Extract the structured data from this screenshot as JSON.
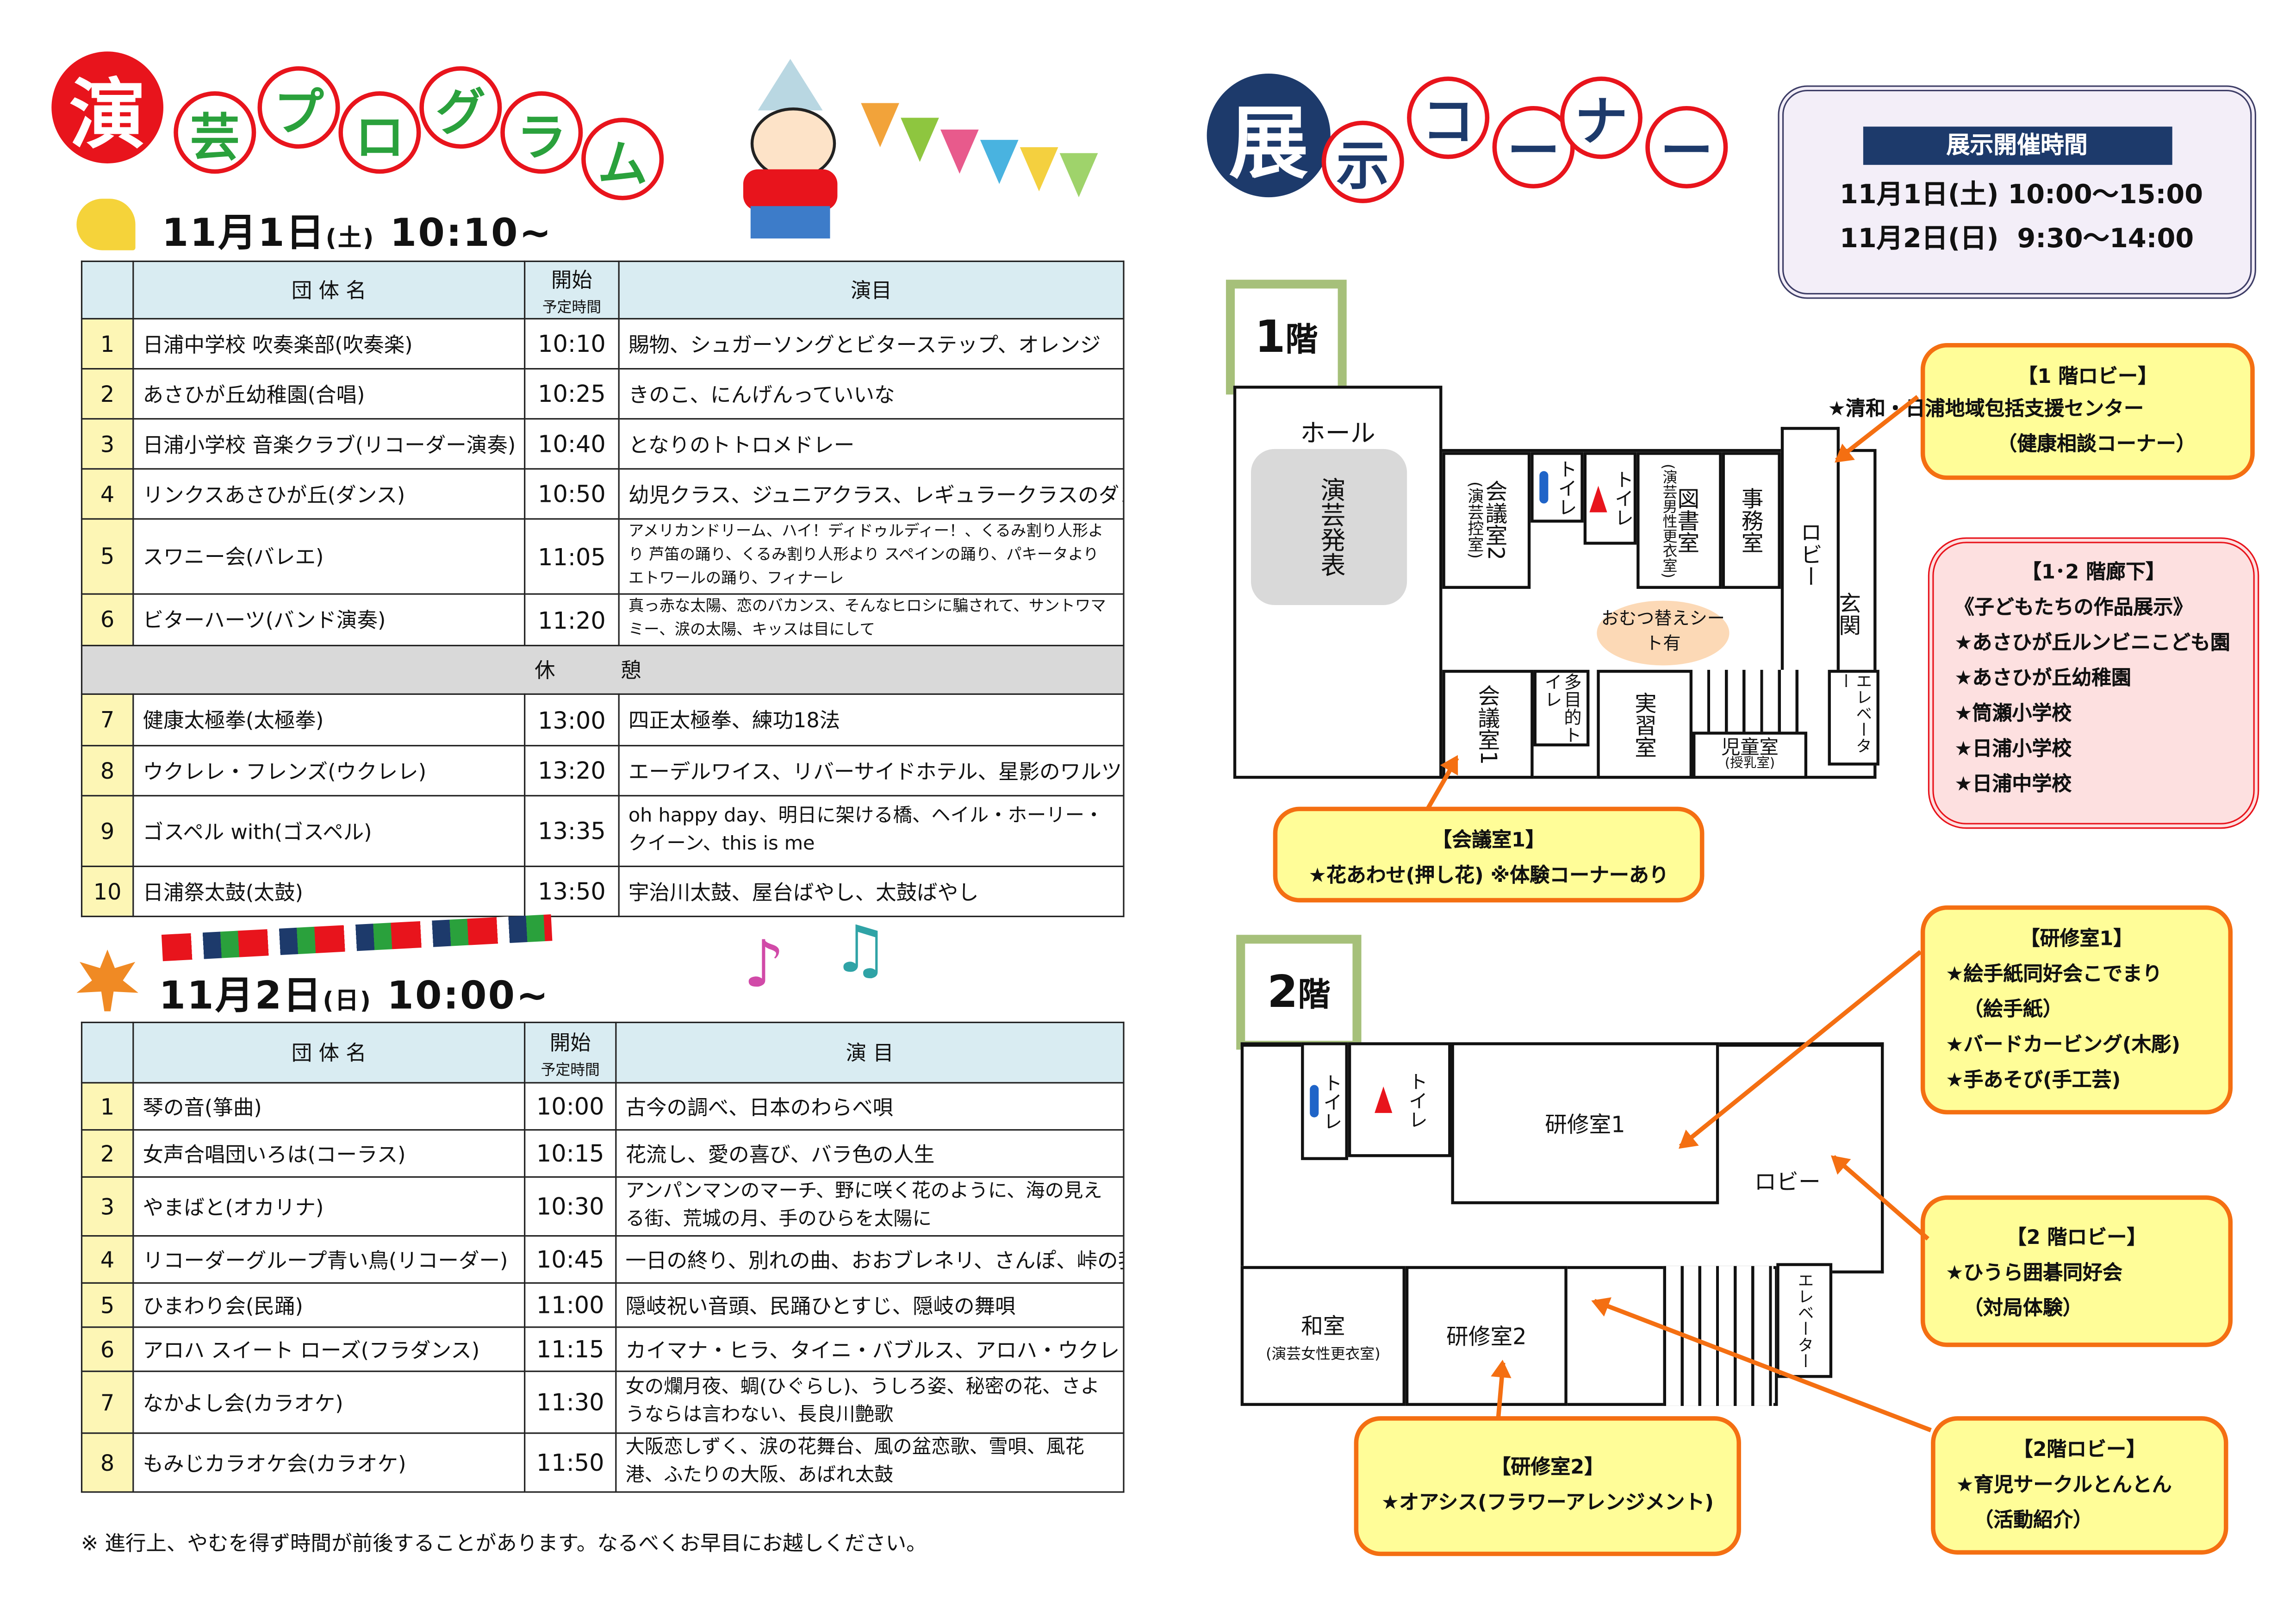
{
  "program": {
    "title_chars": [
      "演",
      "芸",
      "プ",
      "ロ",
      "グ",
      "ラ",
      "ム"
    ],
    "day1": {
      "date": "11月1日",
      "dow": "(土)",
      "time": "10:10~"
    },
    "day2": {
      "date": "11月2日",
      "dow": "(日)",
      "time": "10:00~"
    },
    "headers": {
      "group": "団 体 名",
      "start": "開始",
      "start_sub": "予定時間",
      "program": "演目"
    },
    "headers2": {
      "group": "団 体 名",
      "start": "開始",
      "start_sub": "予定時間",
      "program": "演 目"
    },
    "break_label": "休 憩",
    "rows1": [
      {
        "no": "1",
        "group": "日浦中学校 吹奏楽部(吹奏楽)",
        "time": "10:10",
        "program": "賜物、シュガーソングとビターステップ、オレンジ"
      },
      {
        "no": "2",
        "group": "あさひが丘幼稚園(合唱)",
        "time": "10:25",
        "program": "きのこ、にんげんっていいな"
      },
      {
        "no": "3",
        "group": "日浦小学校 音楽クラブ(リコーダー演奏)",
        "time": "10:40",
        "program": "となりのトトロメドレー"
      },
      {
        "no": "4",
        "group": "リンクスあさひが丘(ダンス)",
        "time": "10:50",
        "program": "幼児クラス、ジュニアクラス、レギュラークラスのダンス"
      },
      {
        "no": "5",
        "group": "スワニー会(バレエ)",
        "time": "11:05",
        "program": "アメリカンドリーム、ハイ！ディドゥルディー！、くるみ割り人形より 芦笛の踊り、くるみ割り人形より スペインの踊り、パキータより エトワールの踊り、フィナーレ"
      },
      {
        "no": "6",
        "group": "ビターハーツ(バンド演奏)",
        "time": "11:20",
        "program": "真っ赤な太陽、恋のバカンス、そんなヒロシに騙されて、サントワマミー、涙の太陽、キッスは目にして"
      }
    ],
    "rows1b": [
      {
        "no": "7",
        "group": "健康太極拳(太極拳)",
        "time": "13:00",
        "program": "四正太極拳、練功18法"
      },
      {
        "no": "8",
        "group": "ウクレレ・フレンズ(ウクレレ)",
        "time": "13:20",
        "program": "エーデルワイス、リバーサイドホテル、星影のワルツ"
      },
      {
        "no": "9",
        "group": "ゴスペル with(ゴスペル)",
        "time": "13:35",
        "program": "oh happy day、明日に架ける橋、ヘイル・ホーリー・クイーン、this is me"
      },
      {
        "no": "10",
        "group": "日浦祭太鼓(太鼓)",
        "time": "13:50",
        "program": "宇治川太鼓、屋台ばやし、太鼓ばやし"
      }
    ],
    "rows2": [
      {
        "no": "1",
        "group": "琴の音(箏曲)",
        "time": "10:00",
        "program": "古今の調べ、日本のわらべ唄"
      },
      {
        "no": "2",
        "group": "女声合唱団いろは(コーラス)",
        "time": "10:15",
        "program": "花流し、愛の喜び、バラ色の人生"
      },
      {
        "no": "3",
        "group": "やまばと(オカリナ)",
        "time": "10:30",
        "program": "アンパンマンのマーチ、野に咲く花のように、海の見える街、荒城の月、手のひらを太陽に"
      },
      {
        "no": "4",
        "group": "リコーダーグループ青い鳥(リコーダー)",
        "time": "10:45",
        "program": "一日の終り、別れの曲、おおブレネリ、さんぽ、峠の我が家"
      },
      {
        "no": "5",
        "group": "ひまわり会(民踊)",
        "time": "11:00",
        "program": "隠岐祝い音頭、民踊ひとすじ、隠岐の舞唄"
      },
      {
        "no": "6",
        "group": "アロハ スイート ローズ(フラダンス)",
        "time": "11:15",
        "program": "カイマナ・ヒラ、タイニ・バブルス、アロハ・ウクレレ"
      },
      {
        "no": "7",
        "group": "なかよし会(カラオケ)",
        "time": "11:30",
        "program": "女の爛月夜、蜩(ひぐらし)、うしろ姿、秘密の花、さようならは言わない、長良川艶歌"
      },
      {
        "no": "8",
        "group": "もみじカラオケ会(カラオケ)",
        "time": "11:50",
        "program": "大阪恋しずく、涙の花舞台、風の盆恋歌、雪唄、風花港、ふたりの大阪、あばれ太鼓"
      }
    ],
    "note": "※ 進行上、やむを得ず時間が前後することがあります。なるべくお早目にお越しください。"
  },
  "exhibit": {
    "title_chars": [
      "展",
      "示",
      "コ",
      "ー",
      "ナ",
      "ー"
    ],
    "hours": {
      "title": "展示開催時間",
      "line1": "11月1日(土) 10:00～15:00",
      "line2": "11月2日(日)  9:30～14:00"
    },
    "floor1": {
      "label": "1",
      "unit": "階",
      "rooms": {
        "hall": "ホール",
        "stage": "演芸発表",
        "conf2": "会議室2",
        "conf2_sub": "(演芸控室)",
        "toilet": "トイレ",
        "library": "図書室",
        "library_sub": "(演芸男性更衣室)",
        "office": "事務室",
        "lobby": "ロビー",
        "entrance": "玄関",
        "diaper": "おむつ替えシート有",
        "conf1": "会議室1",
        "mp_toilet": "多目的トイレ",
        "practice": "実習室",
        "kids": "児童室",
        "kids_sub": "(授乳室)",
        "elevator": "エレベーター"
      }
    },
    "floor2": {
      "label": "2",
      "unit": "階",
      "rooms": {
        "toilet": "トイレ",
        "training1": "研修室1",
        "lobby": "ロビー",
        "washitsu": "和室",
        "washitsu_sub": "(演芸女性更衣室)",
        "training2": "研修室2",
        "elevator": "エレベーター"
      }
    },
    "callouts": {
      "lobby1": {
        "title": "【1 階ロビー】",
        "lines": [
          "★清和・日浦地域包括支援センター",
          "（健康相談コーナー）"
        ]
      },
      "hallway": {
        "title": "【1･2 階廊下】",
        "lines": [
          "《子どもたちの作品展示》",
          "★あさひが丘ルンビニこども園",
          "★あさひが丘幼稚園",
          "★筒瀬小学校",
          "★日浦小学校",
          "★日浦中学校"
        ]
      },
      "conf1": {
        "title": "【会議室1】",
        "lines": [
          "★花あわせ(押し花) ※体験コーナーあり"
        ]
      },
      "training1": {
        "title": "【研修室1】",
        "lines": [
          "★絵手紙同好会こでまり",
          "（絵手紙）",
          "★バードカービング(木彫)",
          "★手あそび(手工芸)"
        ]
      },
      "lobby2a": {
        "title": "【2 階ロビー】",
        "lines": [
          "★ひうら囲碁同好会",
          "（対局体験）"
        ]
      },
      "lobby2b": {
        "title": "【2階ロビー】",
        "lines": [
          "★育児サークルとんとん",
          "（活動紹介）"
        ]
      },
      "training2": {
        "title": "【研修室2】",
        "lines": [
          "★オアシス(フラワーアレンジメント)"
        ]
      }
    }
  },
  "colors": {
    "accent_red": "#e8141c",
    "green": "#2aa13c",
    "navy": "#1d3a6b",
    "callout_border": "#f46f12",
    "callout_fill": "#fffd98",
    "header_fill": "#d9ecf2",
    "number_fill": "#fdf6b5"
  }
}
